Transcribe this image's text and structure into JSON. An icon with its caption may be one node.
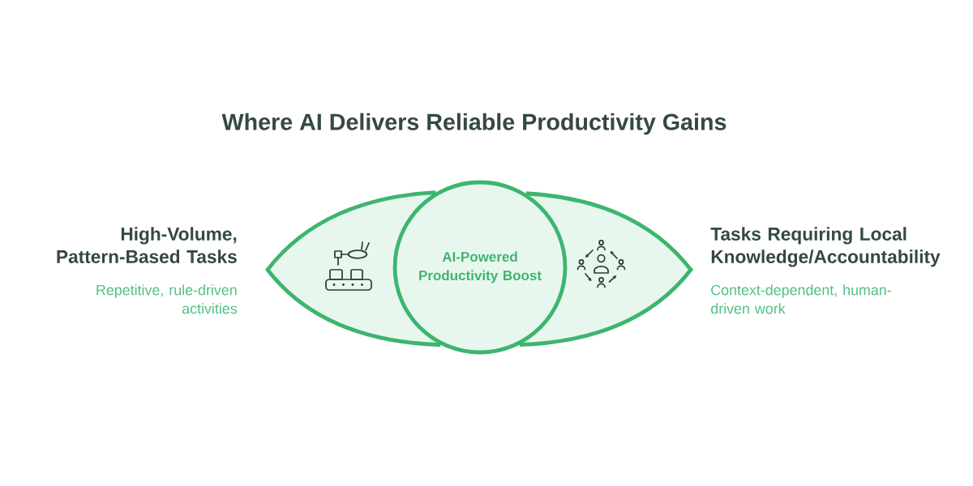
{
  "diagram": {
    "title": "Where AI Delivers Reliable Productivity Gains",
    "nodes": [
      {
        "text": [],
        "shape": "lens",
        "beside": [
          "High-Volume, Pattern-Based Tasks",
          "Repetitive, rule-driven activities"
        ]
      },
      {
        "text": [
          "AI-Powered Productivity Boost"
        ]
      },
      {
        "text": [],
        "shape": "lens",
        "beside": [
          "Tasks Requiring Local Knowledge/Accountability",
          "Context-dependent, human-driven work"
        ]
      }
    ]
  }
}
